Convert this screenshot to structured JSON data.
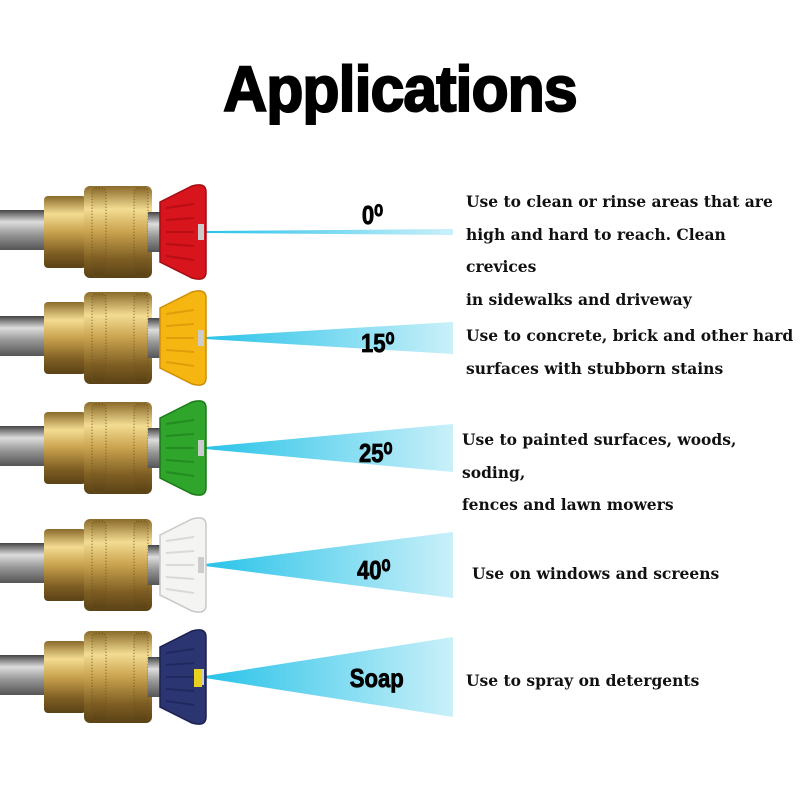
{
  "title": "Applications",
  "rows": [
    {
      "label": "0⁰",
      "color": "#d8141c",
      "dark": "#a20d12",
      "lines": [
        "Use to clean or rinse areas that are",
        "high and hard to reach. Clean crevices",
        "in sidewalks and driveway"
      ]
    },
    {
      "label": "15⁰",
      "color": "#f6b612",
      "dark": "#d08e05",
      "lines": [
        "Use to concrete, brick and other hard",
        "surfaces with stubborn stains"
      ]
    },
    {
      "label": "25⁰",
      "color": "#2fa52c",
      "dark": "#1c7a1a",
      "lines": [
        "Use to painted surfaces, woods, soding,",
        "fences and lawn mowers"
      ]
    },
    {
      "label": "40⁰",
      "color": "#f4f4f2",
      "dark": "#c8c8c8",
      "lines": [
        "Use on windows and screens"
      ]
    },
    {
      "label": "Soap",
      "color": "#2b3572",
      "dark": "#1a2150",
      "lines": [
        "Use to spray on detergents"
      ]
    }
  ],
  "spray_color": "#29c3e8"
}
